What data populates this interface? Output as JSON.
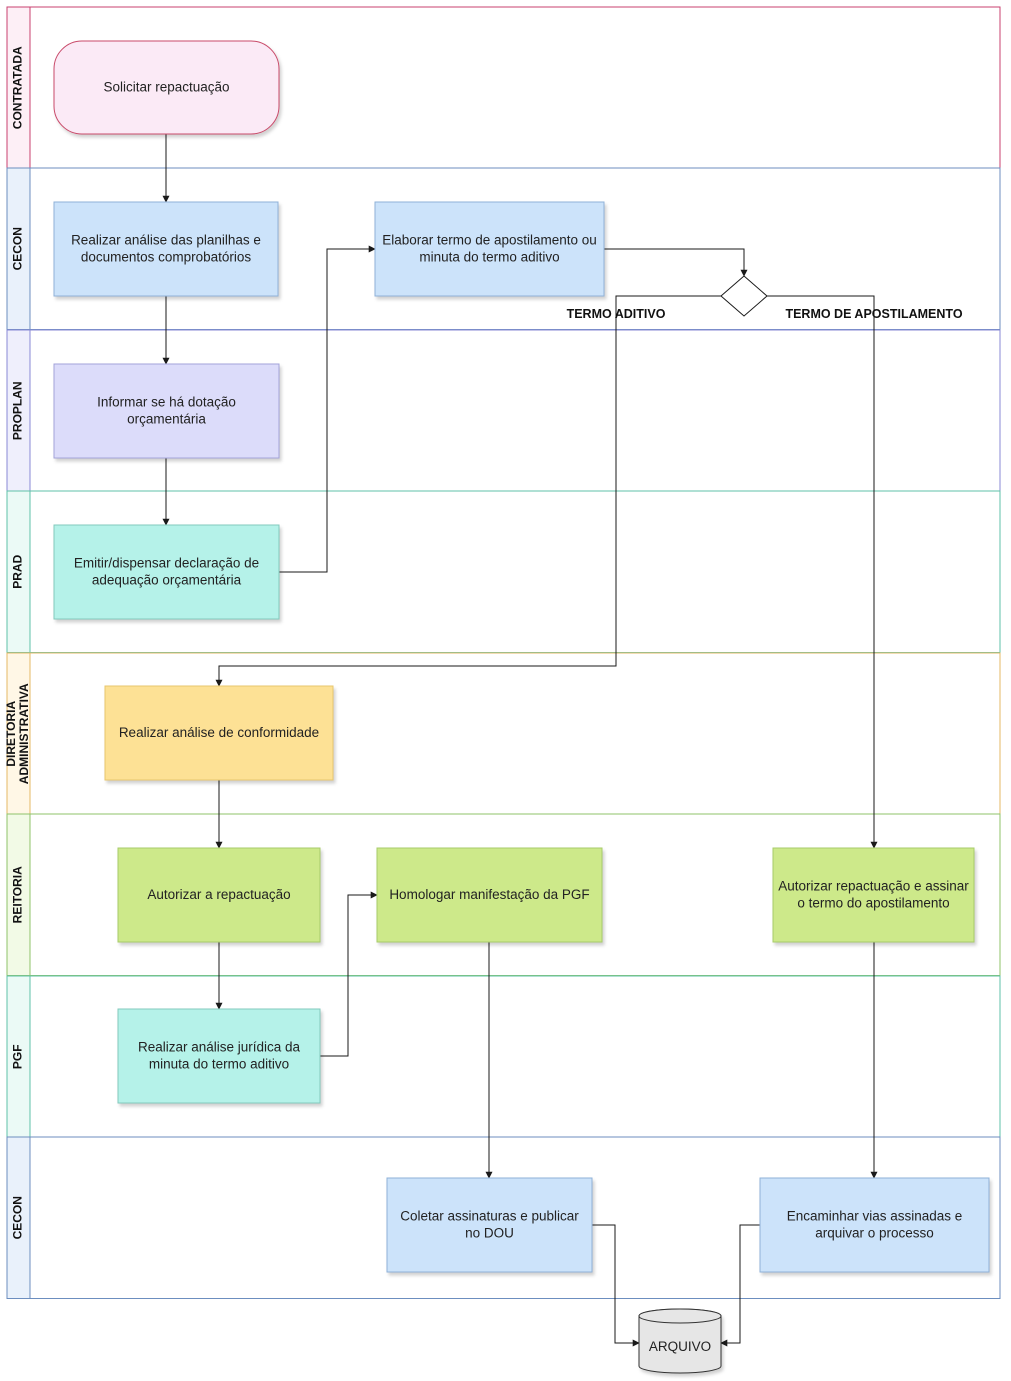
{
  "lanes": [
    {
      "id": "contratada",
      "title": "CONTRATADA",
      "fill": "#fdeff6",
      "stroke": "#c9416f"
    },
    {
      "id": "cecon1",
      "title": "CECON",
      "fill": "#e9f1fb",
      "stroke": "#6c8ebf"
    },
    {
      "id": "proplan",
      "title": "PROPLAN",
      "fill": "#efeffc",
      "stroke": "#8a8ad6"
    },
    {
      "id": "prad",
      "title": "PRAD",
      "fill": "#ebfaf6",
      "stroke": "#5fc2a8"
    },
    {
      "id": "diretoria",
      "title": [
        "DIRETORIA",
        "ADMINISTRATIVA"
      ],
      "fill": "#fff7e6",
      "stroke": "#e5b866"
    },
    {
      "id": "reitoria",
      "title": "REITORIA",
      "fill": "#f2fae6",
      "stroke": "#8fc36a"
    },
    {
      "id": "pgf",
      "title": "PGF",
      "fill": "#ebfaf6",
      "stroke": "#5fc2a8"
    },
    {
      "id": "cecon2",
      "title": "CECON",
      "fill": "#e9f1fb",
      "stroke": "#6c8ebf"
    }
  ],
  "nodes": [
    {
      "id": "solicitar",
      "lines": [
        "Solicitar repactuação"
      ],
      "fill": "#fbeaf6",
      "stroke": "#c94b6b"
    },
    {
      "id": "analise_planilhas",
      "lines": [
        "Realizar análise das planilhas e",
        "documentos comprobatórios"
      ],
      "fill": "#cce3fa",
      "stroke": "#8fb1d8"
    },
    {
      "id": "elaborar_termo",
      "lines": [
        "Elaborar termo de apostilamento ou",
        "minuta do termo aditivo"
      ],
      "fill": "#cce3fa",
      "stroke": "#8fb1d8"
    },
    {
      "id": "dotacao",
      "lines": [
        "Informar se há dotação",
        "orçamentária"
      ],
      "fill": "#dcdcfa",
      "stroke": "#a3a3d9"
    },
    {
      "id": "declaracao",
      "lines": [
        "Emitir/dispensar declaração de",
        "adequação orçamentária"
      ],
      "fill": "#b5f2e9",
      "stroke": "#83c9bd"
    },
    {
      "id": "conformidade",
      "lines": [
        "Realizar análise de conformidade"
      ],
      "fill": "#fde195",
      "stroke": "#e8c66d"
    },
    {
      "id": "autorizar",
      "lines": [
        "Autorizar a repactuação"
      ],
      "fill": "#cde98a",
      "stroke": "#a8cc6a"
    },
    {
      "id": "homologar",
      "lines": [
        "Homologar manifestação da PGF"
      ],
      "fill": "#cde98a",
      "stroke": "#a8cc6a"
    },
    {
      "id": "autorizar_assinar",
      "lines": [
        "Autorizar repactuação e assinar",
        "o termo do apostilamento"
      ],
      "fill": "#cde98a",
      "stroke": "#a8cc6a"
    },
    {
      "id": "analise_juridica",
      "lines": [
        "Realizar análise jurídica da",
        "minuta do termo aditivo"
      ],
      "fill": "#b5f2e9",
      "stroke": "#83c9bd"
    },
    {
      "id": "coletar",
      "lines": [
        "Coletar assinaturas e publicar",
        "no DOU"
      ],
      "fill": "#cce3fa",
      "stroke": "#8fb1d8"
    },
    {
      "id": "encaminhar",
      "lines": [
        "Encaminhar vias assinadas e",
        "arquivar o processo"
      ],
      "fill": "#cce3fa",
      "stroke": "#8fb1d8"
    },
    {
      "id": "arquivo",
      "lines": [
        "ARQUIVO"
      ],
      "fill": "#e6e6e6",
      "stroke": "#333333"
    }
  ],
  "edge_labels": {
    "termo_aditivo": "TERMO ADITIVO",
    "termo_apostilamento": "TERMO DE APOSTILAMENTO"
  }
}
